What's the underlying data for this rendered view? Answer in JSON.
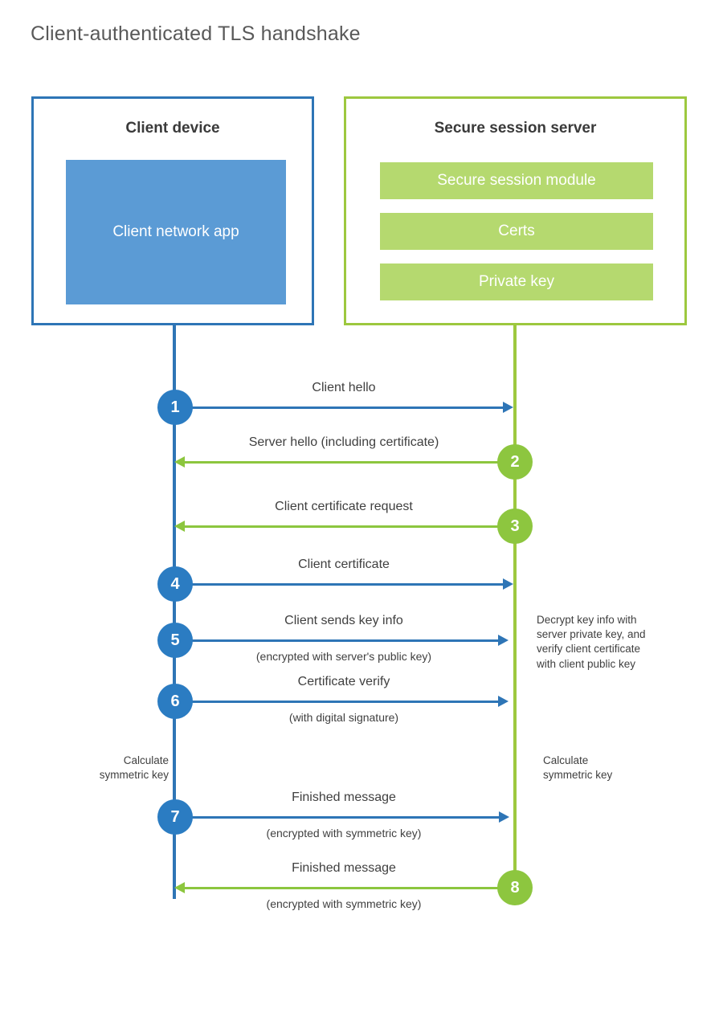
{
  "title": "Client-authenticated TLS handshake",
  "colors": {
    "client_border": "#2e75b6",
    "client_fill": "#5b9bd5",
    "server_border": "#9dc83f",
    "server_fill": "#b5d96f",
    "client_arrow": "#2e75b6",
    "server_arrow": "#8cc63e",
    "client_circle": "#2b7cc2",
    "server_circle": "#8dc63f",
    "title_text": "#595959"
  },
  "actors": {
    "client": {
      "title": "Client device",
      "app_label": "Client network app"
    },
    "server": {
      "title": "Secure session server",
      "components": [
        {
          "label": "Secure session module"
        },
        {
          "label": "Certs"
        },
        {
          "label": "Private key"
        }
      ]
    }
  },
  "messages": [
    {
      "step": "1",
      "label": "Client hello",
      "sub": "",
      "direction": "client-to-server"
    },
    {
      "step": "2",
      "label": "Server hello (including certificate)",
      "sub": "",
      "direction": "server-to-client"
    },
    {
      "step": "3",
      "label": "Client certificate request",
      "sub": "",
      "direction": "server-to-client"
    },
    {
      "step": "4",
      "label": "Client certificate",
      "sub": "",
      "direction": "client-to-server"
    },
    {
      "step": "5",
      "label": "Client sends key info",
      "sub": "(encrypted with server's public key)",
      "direction": "client-to-server"
    },
    {
      "step": "6",
      "label": "Certificate verify",
      "sub": "(with digital signature)",
      "direction": "client-to-server"
    },
    {
      "step": "7",
      "label": "Finished message",
      "sub": "(encrypted with symmetric key)",
      "direction": "client-to-server"
    },
    {
      "step": "8",
      "label": "Finished message",
      "sub": "(encrypted with symmetric key)",
      "direction": "server-to-client"
    }
  ],
  "notes": {
    "server_decrypt": "Decrypt key info with\nserver private key, and\nverify client certificate\nwith client public key",
    "client_calculate": "Calculate\nsymmetric key",
    "server_calculate": "Calculate\nsymmetric key"
  }
}
